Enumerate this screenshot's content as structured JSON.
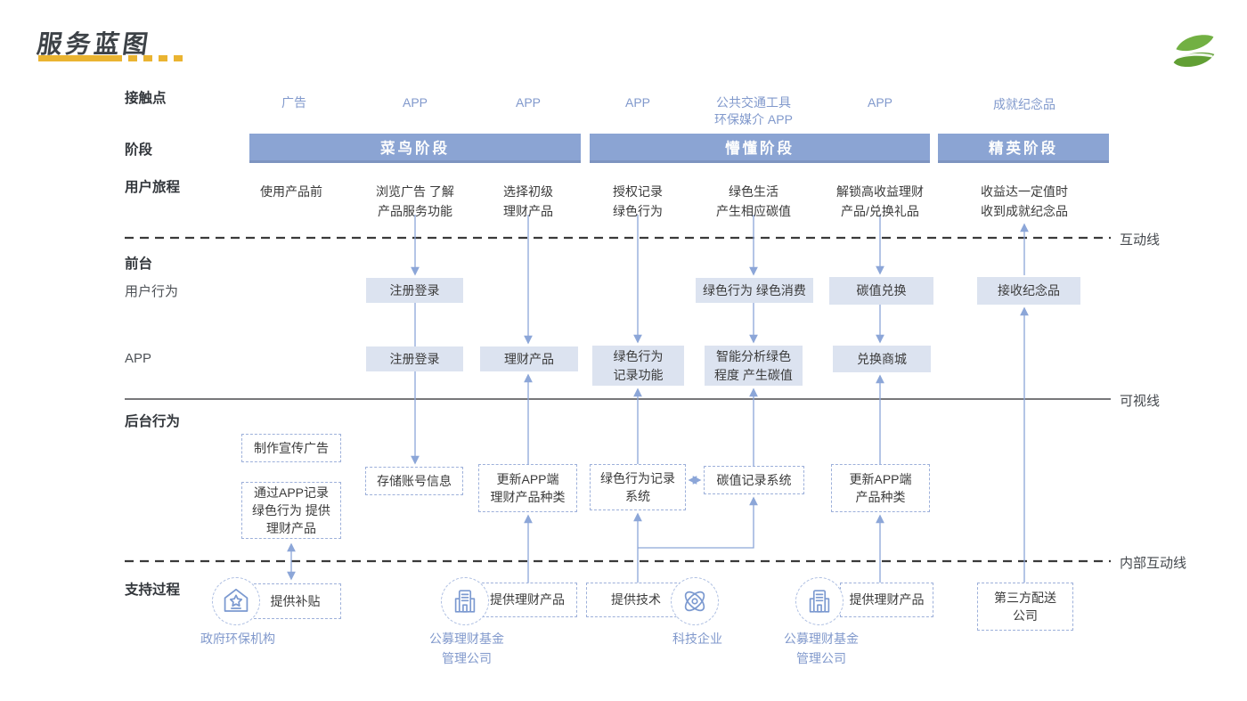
{
  "title": "服务蓝图",
  "row_labels": {
    "touchpoints": "接触点",
    "stage": "阶段",
    "journey": "用户旅程",
    "frontstage": "前台",
    "user_behavior": "用户行为",
    "app": "APP",
    "backstage": "后台行为",
    "support": "支持过程"
  },
  "touchpoints": [
    "广告",
    "APP",
    "APP",
    "APP",
    "公共交通工具\n环保媒介 APP",
    "APP",
    "成就纪念品"
  ],
  "stages": [
    "菜鸟阶段",
    "懵懂阶段",
    "精英阶段"
  ],
  "journey": [
    "使用产品前",
    "浏览广告 了解\n产品服务功能",
    "选择初级\n理财产品",
    "授权记录\n绿色行为",
    "绿色生活\n产生相应碳值",
    "解锁高收益理财\n产品/兑换礼品",
    "收益达一定值时\n收到成就纪念品"
  ],
  "lines": {
    "interaction_label": "互动线",
    "visibility_label": "可视线",
    "internal_label": "内部互动线"
  },
  "user_behavior_boxes": [
    "注册登录",
    "绿色行为 绿色消费",
    "碳值兑换",
    "接收纪念品"
  ],
  "app_boxes": [
    "注册登录",
    "理财产品",
    "绿色行为\n记录功能",
    "智能分析绿色\n程度 产生碳值",
    "兑换商城"
  ],
  "backstage_boxes": [
    "制作宣传广告",
    "通过APP记录\n绿色行为 提供\n理财产品",
    "存储账号信息",
    "更新APP端\n理财产品种类",
    "绿色行为记录\n系统",
    "碳值记录系统",
    "更新APP端\n产品种类"
  ],
  "support_boxes": [
    "提供补贴",
    "提供理财产品",
    "提供技术",
    "提供理财产品",
    "第三方配送\n公司"
  ],
  "support_captions": [
    "政府环保机构",
    "公募理财基金\n管理公司",
    "科技企业",
    "公募理财基金\n管理公司"
  ],
  "icons": {
    "logo": "leaf-logo",
    "support_1": "government-icon",
    "support_2": "bank-building-icon",
    "support_3": "atom-icon",
    "support_4": "bank-building-icon"
  },
  "colors": {
    "accent_blue": "#8ca6d8",
    "stage_fill": "#8ba4d3",
    "box_fill": "#dce3f0",
    "touchpoint_blue": "#8199cc",
    "text_dark": "#3b3b3b",
    "title_yellow": "#eab431",
    "logo_green": "#6fae41"
  }
}
